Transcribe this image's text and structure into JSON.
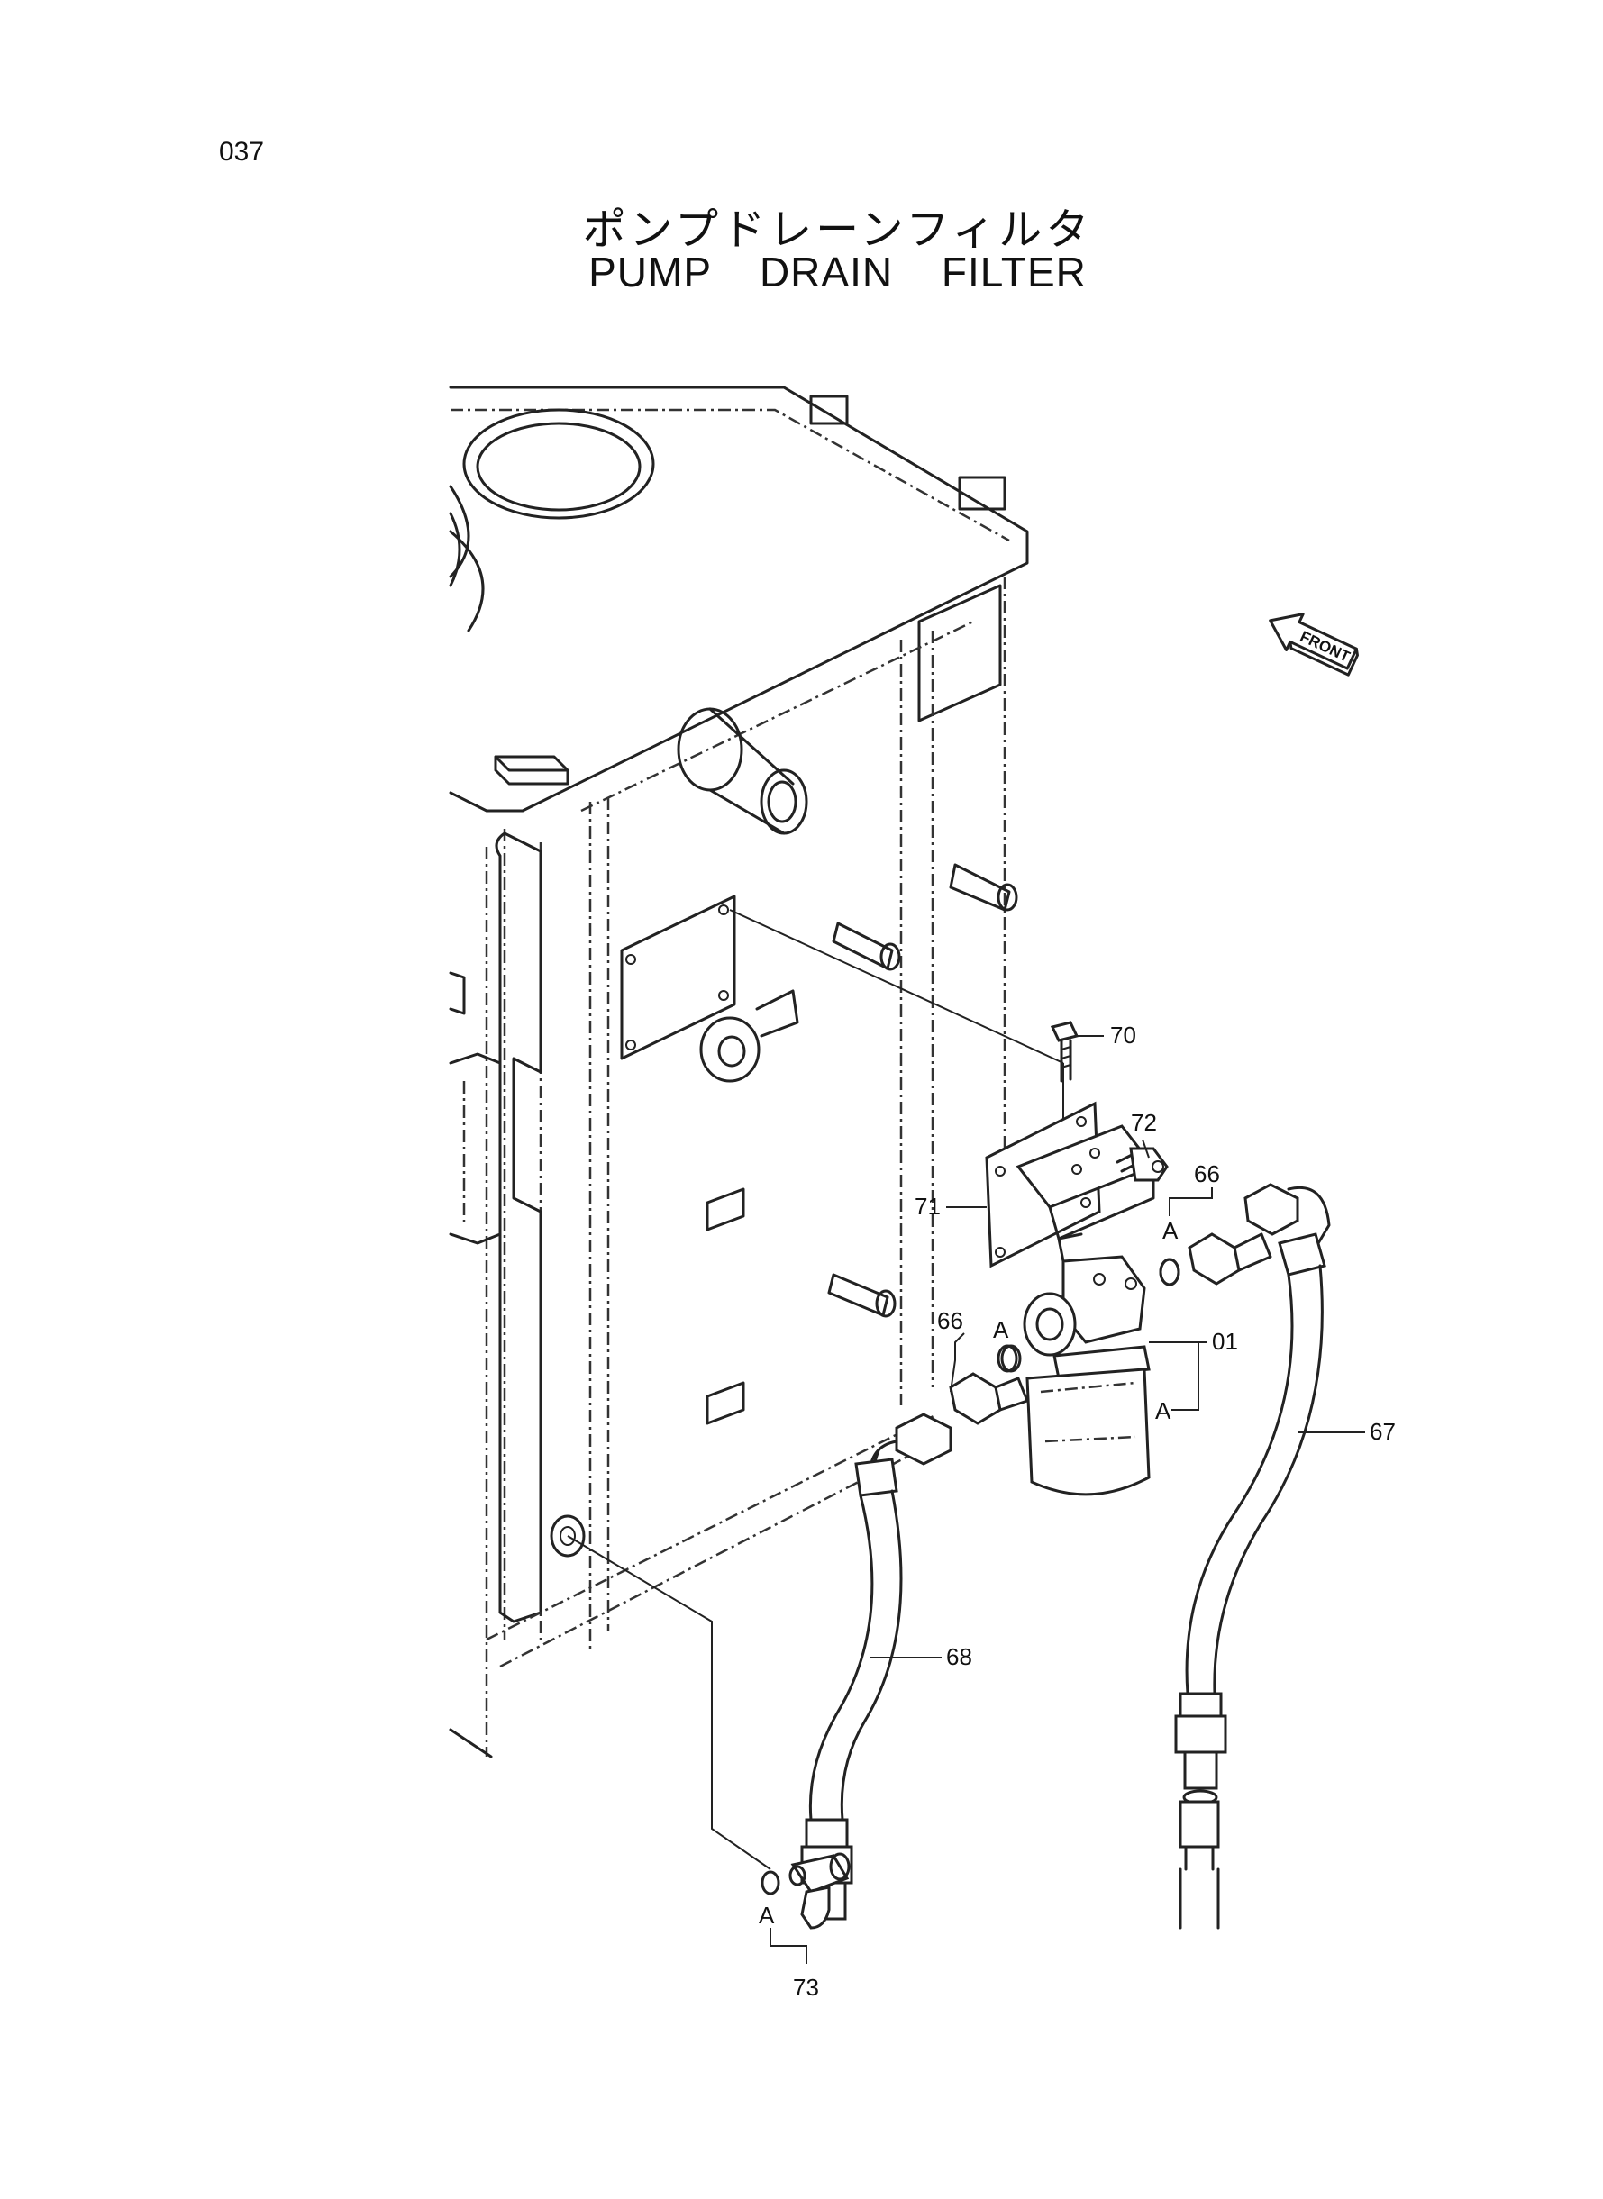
{
  "page_number": "037",
  "title_jp": "ポンプドレーンフィルタ",
  "title_en": "PUMP DRAIN FILTER",
  "direction_indicator": "FRONT",
  "callouts": {
    "p01": "01",
    "p66a": "66",
    "p66b": "66",
    "p67": "67",
    "p68": "68",
    "p70": "70",
    "p71": "71",
    "p72": "72",
    "p73": "73",
    "a1": "A",
    "a2": "A",
    "a3": "A",
    "a4": "A"
  }
}
